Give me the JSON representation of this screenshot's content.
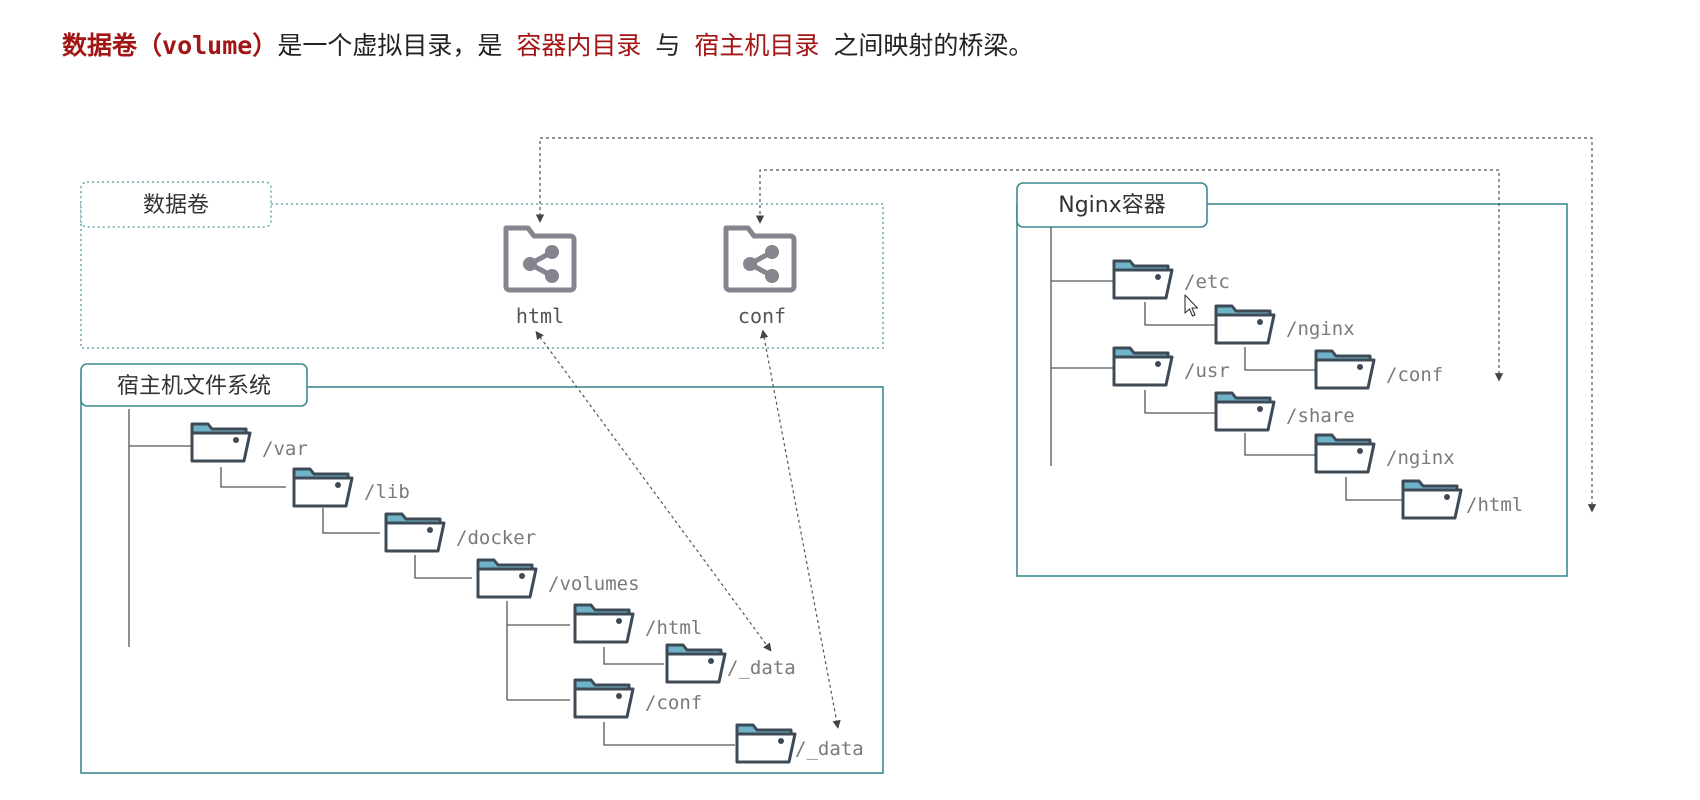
{
  "headline": {
    "term": "数据卷",
    "term_en": "（volume）",
    "part1": "是一个虚拟目录，是",
    "hl1": "容器内目录",
    "part2": "与",
    "hl2": "宿主机目录",
    "part3": "之间映射的桥梁。"
  },
  "volume_box": {
    "title": "数据卷",
    "volumes": [
      {
        "name": "html",
        "icon": "shared-folder-icon"
      },
      {
        "name": "conf",
        "icon": "shared-folder-icon"
      }
    ]
  },
  "host_box": {
    "title": "宿主机文件系统",
    "paths": {
      "var": "/var",
      "lib": "/lib",
      "docker": "/docker",
      "volumes": "/volumes",
      "html": "/html",
      "html_data": "/_data",
      "conf": "/conf",
      "conf_data": "/_data"
    }
  },
  "container_box": {
    "title": "Nginx容器",
    "paths": {
      "etc": "/etc",
      "etc_nginx": "/nginx",
      "conf": "/conf",
      "usr": "/usr",
      "share": "/share",
      "share_nginx": "/nginx",
      "html": "/html"
    }
  },
  "colors": {
    "highlight": "#a31515",
    "box_border": "#3f8a8f",
    "folder_fill": "#6fb3c9",
    "folder_outline": "#3e4b57",
    "volume_icon": "#86848e",
    "label_text": "#7a7a7a",
    "arrow": "#555555"
  }
}
